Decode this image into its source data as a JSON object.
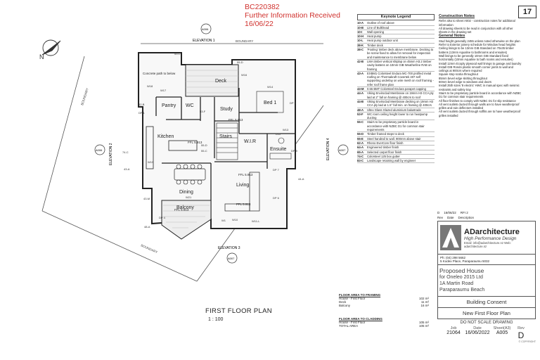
{
  "stamp": {
    "line1": "BC220382",
    "line2": "Further Information Received",
    "line3": "16/06/22"
  },
  "page_number": "17",
  "plan": {
    "elevations": {
      "e1": "ELEVATION 1",
      "e1_code": "A006",
      "e2": "ELEVATION 2",
      "e2_code": "A006",
      "e3": "ELEVATION 3",
      "e3_code": "A007",
      "e4": "ELEVATION 4",
      "e4_code": "A007"
    },
    "boundary": "BOUNDARY",
    "concrete_note": "Concrete path to below",
    "rooms": {
      "deck": "Deck",
      "pantry": "Pantry",
      "wc": "WC",
      "study": "Study",
      "bed": "Bed 1",
      "kitchen": "Kitchen",
      "stairs": "Stairs",
      "wir": "W.I.R",
      "ensuite": "Ensuite",
      "dining": "Dining",
      "living": "Living",
      "balcony": "Balcony"
    },
    "levels": {
      "l1": "FFL 5.913",
      "l2": "FFL 5.913",
      "l3": "FFL 5.913",
      "l4": "FFL 5.913",
      "l5": "FFL 5.913"
    },
    "tags": {
      "t1": "53-C",
      "t2": "55-D",
      "t3": "W16",
      "t4": "W18",
      "t5": "W17",
      "t6": "42-B",
      "t7": "DP 1",
      "t8": "W14",
      "t9": "DP 5",
      "t10": "53-F",
      "t11": "74-C",
      "t12": "43-A",
      "t13": "43-M",
      "t14": "W19",
      "t15": "DP 7",
      "t16": "44-A",
      "t17": "DP 6",
      "t18": "W10",
      "t19": "W11-L",
      "t20": "48-A",
      "t21": "DP 4",
      "t22": "W21",
      "t23": "55-C",
      "t24": "55-D",
      "t25": "W1",
      "t26": "D11",
      "t27": "DP 9",
      "t28": "W13"
    }
  },
  "keynote_legend": {
    "title": "Keynote Legend",
    "rows": [
      {
        "code": "10-A",
        "text": "Outline of roof above"
      },
      {
        "code": "10-B",
        "text": "Line of Bulkhead"
      },
      {
        "code": "10-I",
        "text": "Wall opening"
      },
      {
        "code": "10-H",
        "text": "Heat pump"
      },
      {
        "code": "10-L",
        "text": "Heat pump outdoor unit"
      },
      {
        "code": "38-K",
        "text": "Timber deck"
      },
      {
        "code": "38-C",
        "text": "'Pooling' timber deck above membrane. Decking to be screw fixed to allow for removal for inspection and maintenance to membrane below"
      },
      {
        "code": "42-B",
        "text": "LMA timber vertical shiplap on 45mm H3.2 timber cavity battens on 10mm GIB Weatherline RAB on framing"
      },
      {
        "code": "43-A",
        "text": "EXBM1 Colorsteel Endura MC-700 profiled metal roofing on Thermakraft Covertek 407 self supporting underlay on wire mesh on roof framing - refer roof frame plan"
      },
      {
        "code": "43-M",
        "text": "0.55 BMT Colorsteel Endura parapet capping"
      },
      {
        "code": "44-A",
        "text": "Viking Enviroclad Membrane on 19mm H3 CCA ply laid at 2° fall on framing @ 400crs to roof"
      },
      {
        "code": "44-B",
        "text": "Viking Enviroclad Membrane decking on 19mm H3 CCA ply laid at 1.5° fall min. on framing @ 400crs"
      },
      {
        "code": "48-A",
        "text": "Ultex Glass Glazed aluminium balustrade"
      },
      {
        "code": "53-F",
        "text": "WC room ceiling height lower to run heatpump ducting"
      },
      {
        "code": "55-C",
        "text": "Stairs to be proprietary particle board in accordance with NZBC D1 for common stair requirements"
      },
      {
        "code": "55-D",
        "text": "Timber framed steps to deck"
      },
      {
        "code": "55-E",
        "text": "Steel handrail to wall. 900mm above stair"
      },
      {
        "code": "62-A",
        "text": "Rheno EverCore floor finish"
      },
      {
        "code": "64-A",
        "text": "Engineered timber finish"
      },
      {
        "code": "65-A",
        "text": "Selected carpet floor finish"
      },
      {
        "code": "74-C",
        "text": "Colorsteel 125 box gutter"
      },
      {
        "code": "83-C",
        "text": "Landscape retaining wall by engineer"
      }
    ]
  },
  "construction_notes": {
    "title": "Construction Notes",
    "items": [
      "Refer also to sheet A002 - construction notes for additional information",
      "All drawing sheets to be read in conjunction with all other sheets in the drawing set"
    ],
    "general_title": "General Notes",
    "general": [
      "Stud height generally 2455 unless noted otherwise on the plan",
      "Refer to Exterior joinery schedule for Window head heights",
      "Ceiling linings to be 13mm GIB Standard on 70x35 timber battens (13mm Aqualine to bathrooms and ensuites)",
      "Wall linings to be generally 10mm GIB Standard fixed horizontally (10mm Aqualine to bath rooms and ensuites)",
      "Install 12mm Ecoply plywood wall linings to garage and laundry",
      "Install GIB Rondo plastic smooth corner joints to wall and ceilings at 900crs where required",
      "Square stop scotia throughout",
      "85mm bevel edge skirting throughout",
      "60mm bevel edge to windows and doors",
      "Install 25th sizes '8 electric' HWC in manual spec with seismic restraints and safety tray",
      "Stairs to be proprietary particle board in accordance with NZBC D1 for common stair requirements",
      "All floor finishes to comply with NZBC D1 for slip resistance",
      "All vent outlets ducted through walls are to have weatherproof grilles and rain deflectors installed",
      "All vent outlets ducted through soffits are to have weatherproof grilles installed"
    ]
  },
  "title_block": {
    "meta_d": "D",
    "meta_date": "16/06/22",
    "meta_rfi": "RFI 2",
    "meta_rev": "Rev",
    "meta_date_h": "Date",
    "meta_desc": "Description",
    "firm": "ADarchitecture",
    "tagline": "High Performance Design",
    "contact": "Email: info@adarchitecture.nz Web: adarchitecture.nz",
    "phone": "Ph: (04) 298 5662",
    "address": "5 Kodex Place, Paraparaumu 5032",
    "project_line1": "Proposed House",
    "project_line2": "for Oneleo 2015 Ltd",
    "project_line3": "1A Martin Road",
    "project_line4": "Paraparaumu Beach",
    "stage": "Building Consent",
    "sheet_title": "New First Floor Plan",
    "scale_note": "DO NOT SCALE DRAWING",
    "h_job": "Job",
    "h_date": "Date",
    "h_sheet": "Sheet(A3)",
    "h_rev": "Rev",
    "job": "21064",
    "date": "16/06/2022",
    "sheet": "A005",
    "rev": "D",
    "copyright": "© COPYRIGHT"
  },
  "areas": {
    "framing_title": "FLOOR AREA TO FRAMING",
    "framing": [
      {
        "label": "House - First Floor",
        "value": "102 m²"
      },
      {
        "label": "Deck",
        "value": "11 m²"
      },
      {
        "label": "Balcony",
        "value": "16 m²"
      }
    ],
    "cladding_title": "FLOOR AREA TO CLADDING",
    "cladding": [
      {
        "label": "House - First Floor",
        "value": "105 m²"
      },
      {
        "label": "TOTAL AREA",
        "value": "105 m²"
      }
    ]
  },
  "plan_title": "FIRST FLOOR PLAN",
  "plan_scale": "1 : 100"
}
